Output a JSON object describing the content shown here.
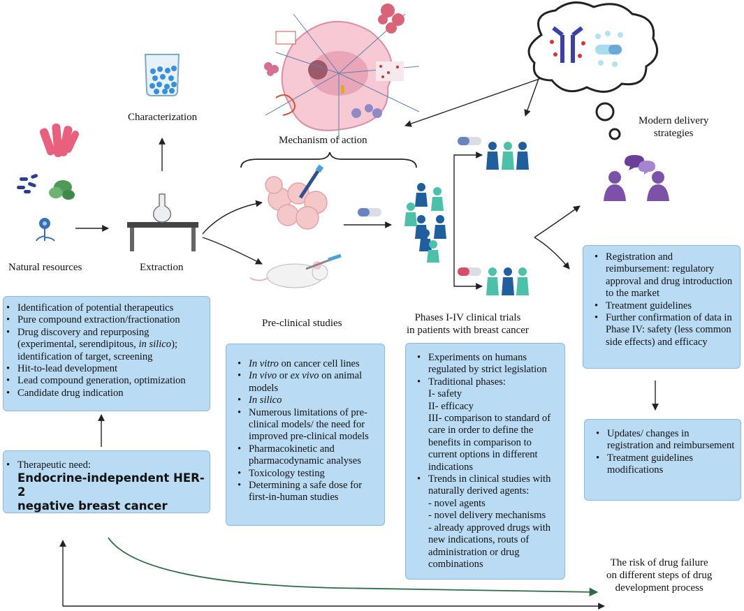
{
  "labels": {
    "characterization": "Characterization",
    "natural_resources": "Natural resources",
    "extraction": "Extraction",
    "mechanism": "Mechanism of action",
    "preclinical": "Pre-clinical studies",
    "phases_line1": "Phases I-IV clinical trials",
    "phases_line2": "in patients with breast cancer",
    "modern_line1": "Modern delivery",
    "modern_line2": "strategies",
    "risk_line1": "The risk of drug failure",
    "risk_line2": "on different steps of drug",
    "risk_line3": "development process"
  },
  "box_discovery": {
    "items": [
      "Identification of potential therapeutics",
      "Pure compound extraction/fractionation",
      "Drug discovery and repurposing",
      "(experimental, serendipitous, ",
      "in silico",
      "); identification of target, screening",
      "Hit-to-lead development",
      "Lead compound generation, optimization",
      "Candidate drug indication"
    ]
  },
  "box_need": {
    "item": "Therapeutic need:",
    "bold1": "Endocrine-independent HER-2",
    "bold2": "negative breast cancer"
  },
  "box_preclinical": {
    "i1a": "In vitro",
    "i1b": " on cancer cell lines",
    "i2a": "In vivo",
    "i2b": " or ",
    "i2c": "ex vivo",
    "i2d": " on animal models",
    "i3": "In silico",
    "i4": "Numerous limitations of pre-clinical models/ the need for improved pre-clinical models",
    "i5": "Pharmacokinetic and pharmacodynamic analyses",
    "i6": "Toxicology testing",
    "i7": "Determining a safe dose for first-in-human studies"
  },
  "box_clinical": {
    "i1": "Experiments on humans regulated by strict legislation",
    "i2": "Traditional phases:",
    "s1": "I- safety",
    "s2": "II- efficacy",
    "s3": "III- comparison to standard of care in order to define the benefits in comparison to current options in different indications",
    "i3": "Trends in clinical studies with naturally derived agents:",
    "s4": "- novel agents",
    "s5": "- novel delivery mechanisms",
    "s6": "- already approved drugs with new indications, routs of administration or drug combinations"
  },
  "box_registration": {
    "i1": "Registration and reimbursement: regulatory approval and drug introduction to the market",
    "i2": "Treatment guidelines",
    "i3": "Further confirmation of data in Phase IV: safety (less common side effects) and efficacy"
  },
  "box_updates": {
    "i1": "Updates/ changes in registration and reimbursement",
    "i2": "Treatment guidelines modifications"
  },
  "colors": {
    "box_fill": "#b9dbf3",
    "box_border": "#8fb8d8",
    "risk_curve": "#2e6b45",
    "person_blue": "#1f5f9e",
    "person_teal": "#4cc0a8",
    "purple": "#7b52a8"
  },
  "icons": [
    "seaweed-icon",
    "bacteria-icon",
    "mint-leaf-icon",
    "flower-icon",
    "beaker-beads-icon",
    "flask-on-table-icon",
    "cancer-cell-icon",
    "antibody-icon",
    "nanoparticle-capsule-icon",
    "thought-cloud-icon",
    "cell-culture-pipette-icon",
    "lab-mouse-syringe-icon",
    "capsule-icon",
    "patient-group-icon",
    "consultation-icon"
  ]
}
